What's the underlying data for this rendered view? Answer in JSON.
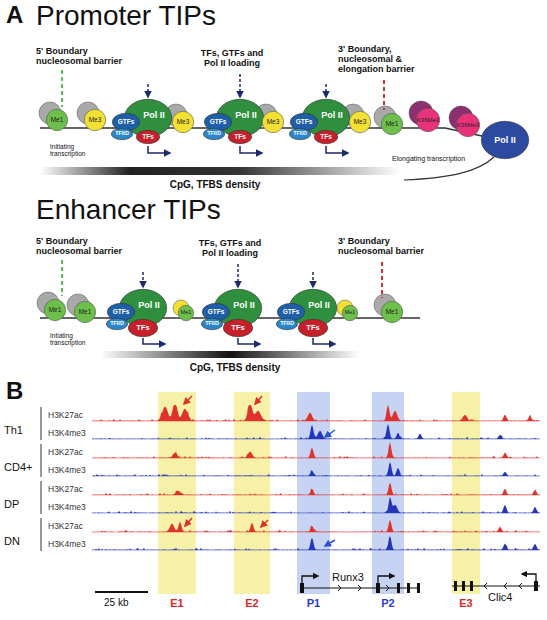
{
  "diagram": {
    "nodes": [
      {
        "text": [
          "Me1"
        ]
      },
      {
        "text": [
          "Me3"
        ]
      },
      {
        "text": [
          "GTFs"
        ]
      },
      {
        "text": [
          "Pol II"
        ]
      },
      {
        "text": [
          "TFIID"
        ]
      },
      {
        "text": [
          "TFs"
        ]
      },
      {
        "text": [
          "Me3"
        ]
      },
      {
        "text": [
          "GTFs"
        ]
      },
      {
        "text": [
          "Pol II"
        ]
      },
      {
        "text": [
          "TFIID"
        ]
      },
      {
        "text": [
          "TFs"
        ]
      },
      {
        "text": [
          "Me3"
        ]
      },
      {
        "text": [
          "GTFs"
        ]
      },
      {
        "text": [
          "Pol II"
        ]
      },
      {
        "text": [
          "TFIID"
        ]
      },
      {
        "text": [
          "TFs"
        ]
      },
      {
        "text": [
          "Me3"
        ]
      },
      {
        "text": [
          "Me1"
        ]
      },
      {
        "text": [
          "K36Me3"
        ]
      },
      {
        "text": [
          "K36Me3"
        ]
      },
      {
        "text": [
          "Pol II"
        ]
      },
      {
        "text": [
          "Me1"
        ]
      },
      {
        "text": [
          "Me1"
        ]
      },
      {
        "text": [
          "GTFs"
        ]
      },
      {
        "text": [
          "Pol II"
        ]
      },
      {
        "text": [
          "TFIID"
        ]
      },
      {
        "text": [
          "TFs"
        ]
      },
      {
        "text": [
          "Me1"
        ]
      },
      {
        "text": [
          "GTFs"
        ]
      },
      {
        "text": [
          "Pol II"
        ]
      },
      {
        "text": [
          "TFIID"
        ]
      },
      {
        "text": [
          "TFs"
        ]
      },
      {
        "text": [
          "GTFs"
        ]
      },
      {
        "text": [
          "Pol II"
        ]
      },
      {
        "text": [
          "TFIID"
        ]
      },
      {
        "text": [
          "TFs"
        ]
      },
      {
        "text": [
          "Me1"
        ]
      },
      {
        "text": [
          "Me1"
        ]
      },
      {
        "text": [
          "E1"
        ]
      },
      {
        "text": [
          "E2"
        ]
      },
      {
        "text": [
          "P1"
        ]
      },
      {
        "text": [
          "P2"
        ]
      },
      {
        "text": [
          "E3"
        ]
      }
    ],
    "labels": [
      "A",
      "Promoter TIPs",
      "5' Boundary nucleosomal barrier",
      "TFs, GTFs and Pol II loading",
      "3' Boundary, nucleosomal & elongation barrier",
      "Initiating transcription",
      "Elongating transcription",
      "CpG, TFBS density",
      "Enhancer TIPs",
      "5' Boundary nucleosomal barrier",
      "TFs, GTFs and Pol II loading",
      "3' Boundary nucleosomal barrier",
      "Intiating transcription",
      "CpG, TFBS density",
      "B",
      "Th1",
      "H3K27ac",
      "H3K4me3",
      "CD4+",
      "H3K27ac",
      "H3K4me3",
      "DP",
      "H3K27ac",
      "H3K4me3",
      "DN",
      "H3K27ac",
      "H3K4me3",
      "Runx3",
      "Clic4",
      "25 kb"
    ]
  }
}
